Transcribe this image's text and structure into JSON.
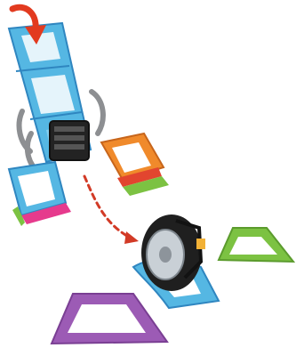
{
  "scene": {
    "colors": {
      "background": "#ffffff",
      "blue_tile": "#55b7e3",
      "blue_tile_dark": "#2f86c0",
      "orange_tile": "#f08a2b",
      "red_tile": "#e2452f",
      "green_tile": "#7cc242",
      "purple_tile": "#9c5bb5",
      "pink_tile": "#e63a8d",
      "wheel_tire": "#1f1f1f",
      "wheel_hub": "#c9d0d6",
      "arrow_red": "#e23a1f",
      "dashed_arrow": "#d23a26",
      "gray_bracket": "#8d8f92"
    },
    "objects": [
      "red-curved-arrow",
      "blue-tile-tower",
      "orange-red-square-tile",
      "rainbow-side-tile",
      "gray-axle-brackets",
      "black-battery-block",
      "red-dashed-arrow",
      "black-wheel",
      "blue-curved-base-tile",
      "green-trapezoid-tile",
      "purple-trapezoid-tile"
    ]
  }
}
